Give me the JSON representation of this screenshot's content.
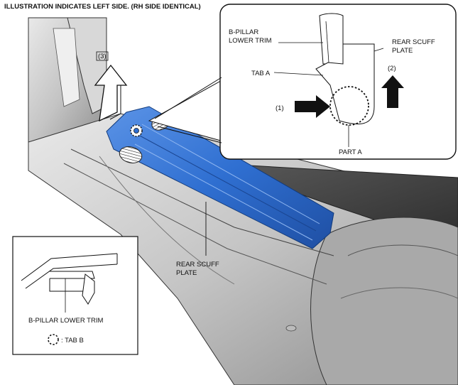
{
  "title": "ILLUSTRATION INDICATES LEFT SIDE. (RH SIDE IDENTICAL)",
  "callout": {
    "b_pillar_label_1": "B-PILLAR",
    "b_pillar_label_2": "LOWER TRIM",
    "rear_scuff_label_1": "REAR SCUFF",
    "rear_scuff_label_2": "PLATE",
    "tab_a_label": "TAB A",
    "part_a_label": "PART A",
    "step_1": "(1)",
    "step_2": "(2)"
  },
  "main": {
    "step_3": "(3)",
    "rear_scuff_label_1": "REAR SCUFF",
    "rear_scuff_label_2": "PLATE"
  },
  "inset": {
    "b_pillar_label": "B-PILLAR LOWER TRIM",
    "tab_b_legend": ": TAB B"
  },
  "colors": {
    "scuff_plate": "#2f6fd1",
    "arrow": "#111111",
    "body_gray": "#c9c9c9"
  }
}
